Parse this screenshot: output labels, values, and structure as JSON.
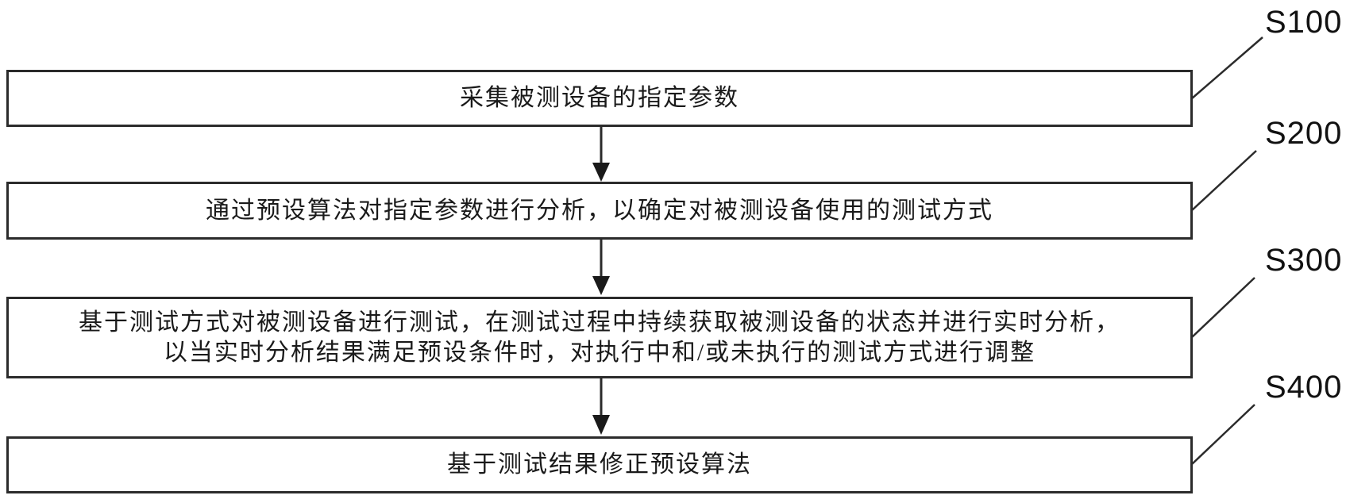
{
  "diagram": {
    "title": "flowchart-test-method",
    "steps": [
      {
        "label": "S100",
        "text": "采集被测设备的指定参数"
      },
      {
        "label": "S200",
        "text": "通过预设算法对指定参数进行分析，以确定对被测设备使用的测试方式"
      },
      {
        "label": "S300",
        "text_line1": "基于测试方式对被测设备进行测试，在测试过程中持续获取被测设备的状态并进行实时分析，",
        "text_line2": "以当实时分析结果满足预设条件时，对执行中和/或未执行的测试方式进行调整"
      },
      {
        "label": "S400",
        "text": "基于测试结果修正预设算法"
      }
    ],
    "colors": {
      "line": "#2b2b2b",
      "text": "#1a1a1a",
      "label_text": "#111111",
      "background": "#ffffff"
    }
  }
}
